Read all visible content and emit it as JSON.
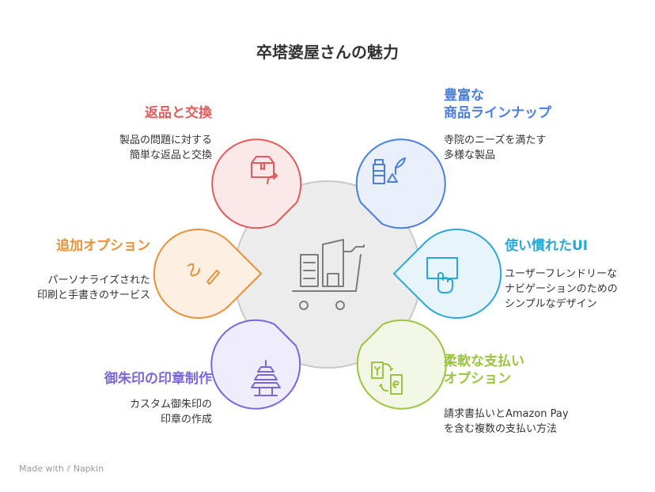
{
  "title": "卒塔婆屋さんの魅力",
  "colors": {
    "red": "#e25a5a",
    "blue": "#4a7fe0",
    "orange": "#e8913a",
    "cyan": "#27a8d8",
    "purple": "#7b66d9",
    "green": "#9bc43f",
    "center_fill": "#ececec",
    "center_stroke": "#c9c9c9"
  },
  "items": {
    "returns": {
      "heading": [
        "返品と交換"
      ],
      "desc": [
        "製品の問題に対する",
        "簡単な返品と交換"
      ],
      "icon": "box-return-icon"
    },
    "products": {
      "heading": [
        "豊富な",
        "商品ラインナップ"
      ],
      "desc": [
        "寺院のニーズを満たす",
        "多様な製品"
      ],
      "icon": "products-icon"
    },
    "options": {
      "heading": [
        "追加オプション"
      ],
      "desc": [
        "パーソナライズされた",
        "印刷と手書きのサービス"
      ],
      "icon": "handwriting-icon"
    },
    "ui": {
      "heading": [
        "使い慣れたUI"
      ],
      "desc": [
        "ユーザーフレンドリーな",
        "ナビゲーションのための",
        "シンプルなデザイン"
      ],
      "icon": "touch-screen-icon"
    },
    "goshuin": {
      "heading": [
        "御朱印の印章制作"
      ],
      "desc": [
        "カスタム御朱印の",
        "印章の作成"
      ],
      "icon": "pagoda-icon"
    },
    "payment": {
      "heading": [
        "柔軟な支払い",
        "オプション"
      ],
      "desc": [
        "請求書払いとAmazon Pay",
        "を含む複数の支払い方法"
      ],
      "icon": "currency-exchange-icon"
    }
  },
  "center_icon": "shopping-cart-icon",
  "footer": {
    "made_with": "Made with",
    "brand": "Napkin"
  }
}
